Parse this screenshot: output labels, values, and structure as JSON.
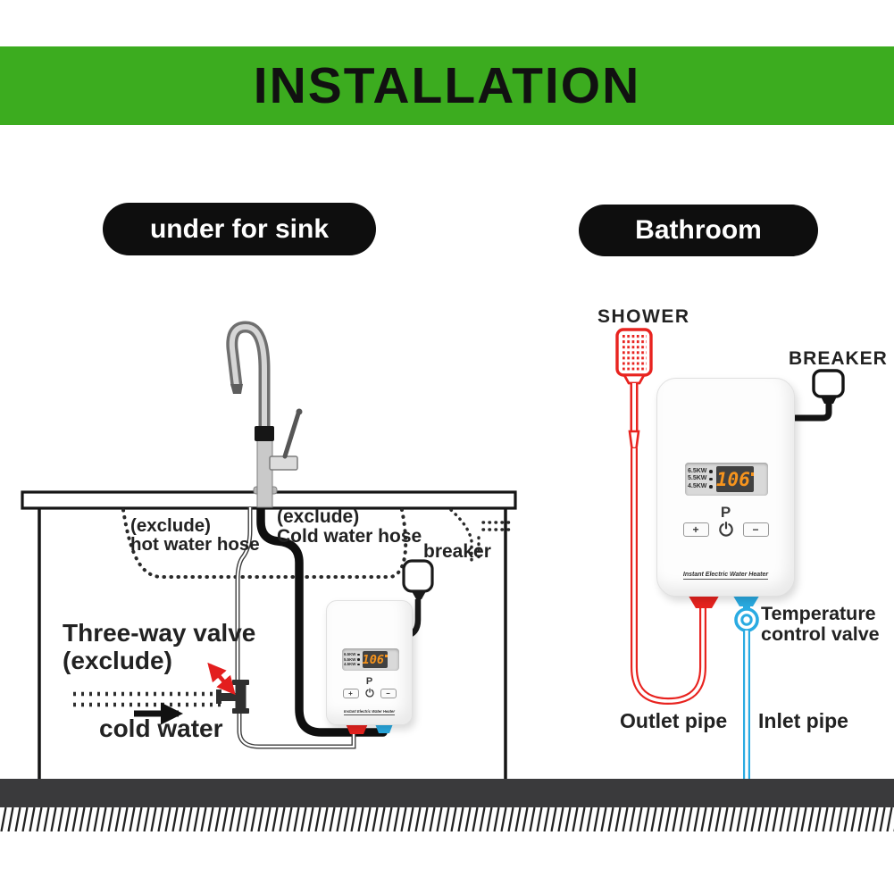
{
  "banner": {
    "title": "INSTALLATION"
  },
  "sections": {
    "left_label": "under for sink",
    "right_label": "Bathroom"
  },
  "left_diagram": {
    "hot_hose_note": {
      "line1": "(exclude)",
      "line2": "hot water hose"
    },
    "cold_hose_note": {
      "line1": "(exclude)",
      "line2": "Cold water hose"
    },
    "breaker_label": "breaker",
    "valve_note": {
      "line1": "Three-way valve",
      "line2": "(exclude)"
    },
    "cold_water_label": "cold water"
  },
  "right_diagram": {
    "shower_label": "SHOWER",
    "breaker_label": "BREAKER",
    "valve_note": {
      "line1": "Temperature",
      "line2": "control valve"
    },
    "outlet_label": "Outlet pipe",
    "inlet_label": "Inlet pipe"
  },
  "heater": {
    "power_options": [
      "6.5KW",
      "5.5KW",
      "4.5KW"
    ],
    "display_value": "106",
    "program_label": "P",
    "plus_label": "+",
    "minus_label": "−",
    "brand": "Instant Electric Water Heater"
  },
  "colors": {
    "banner_green": "#3cac1f",
    "pill_black": "#0e0e0e",
    "hot_red": "#e8231f",
    "cold_blue": "#2aabe2",
    "display_orange": "#f7941d",
    "floor_dark": "#3a3a3c"
  }
}
